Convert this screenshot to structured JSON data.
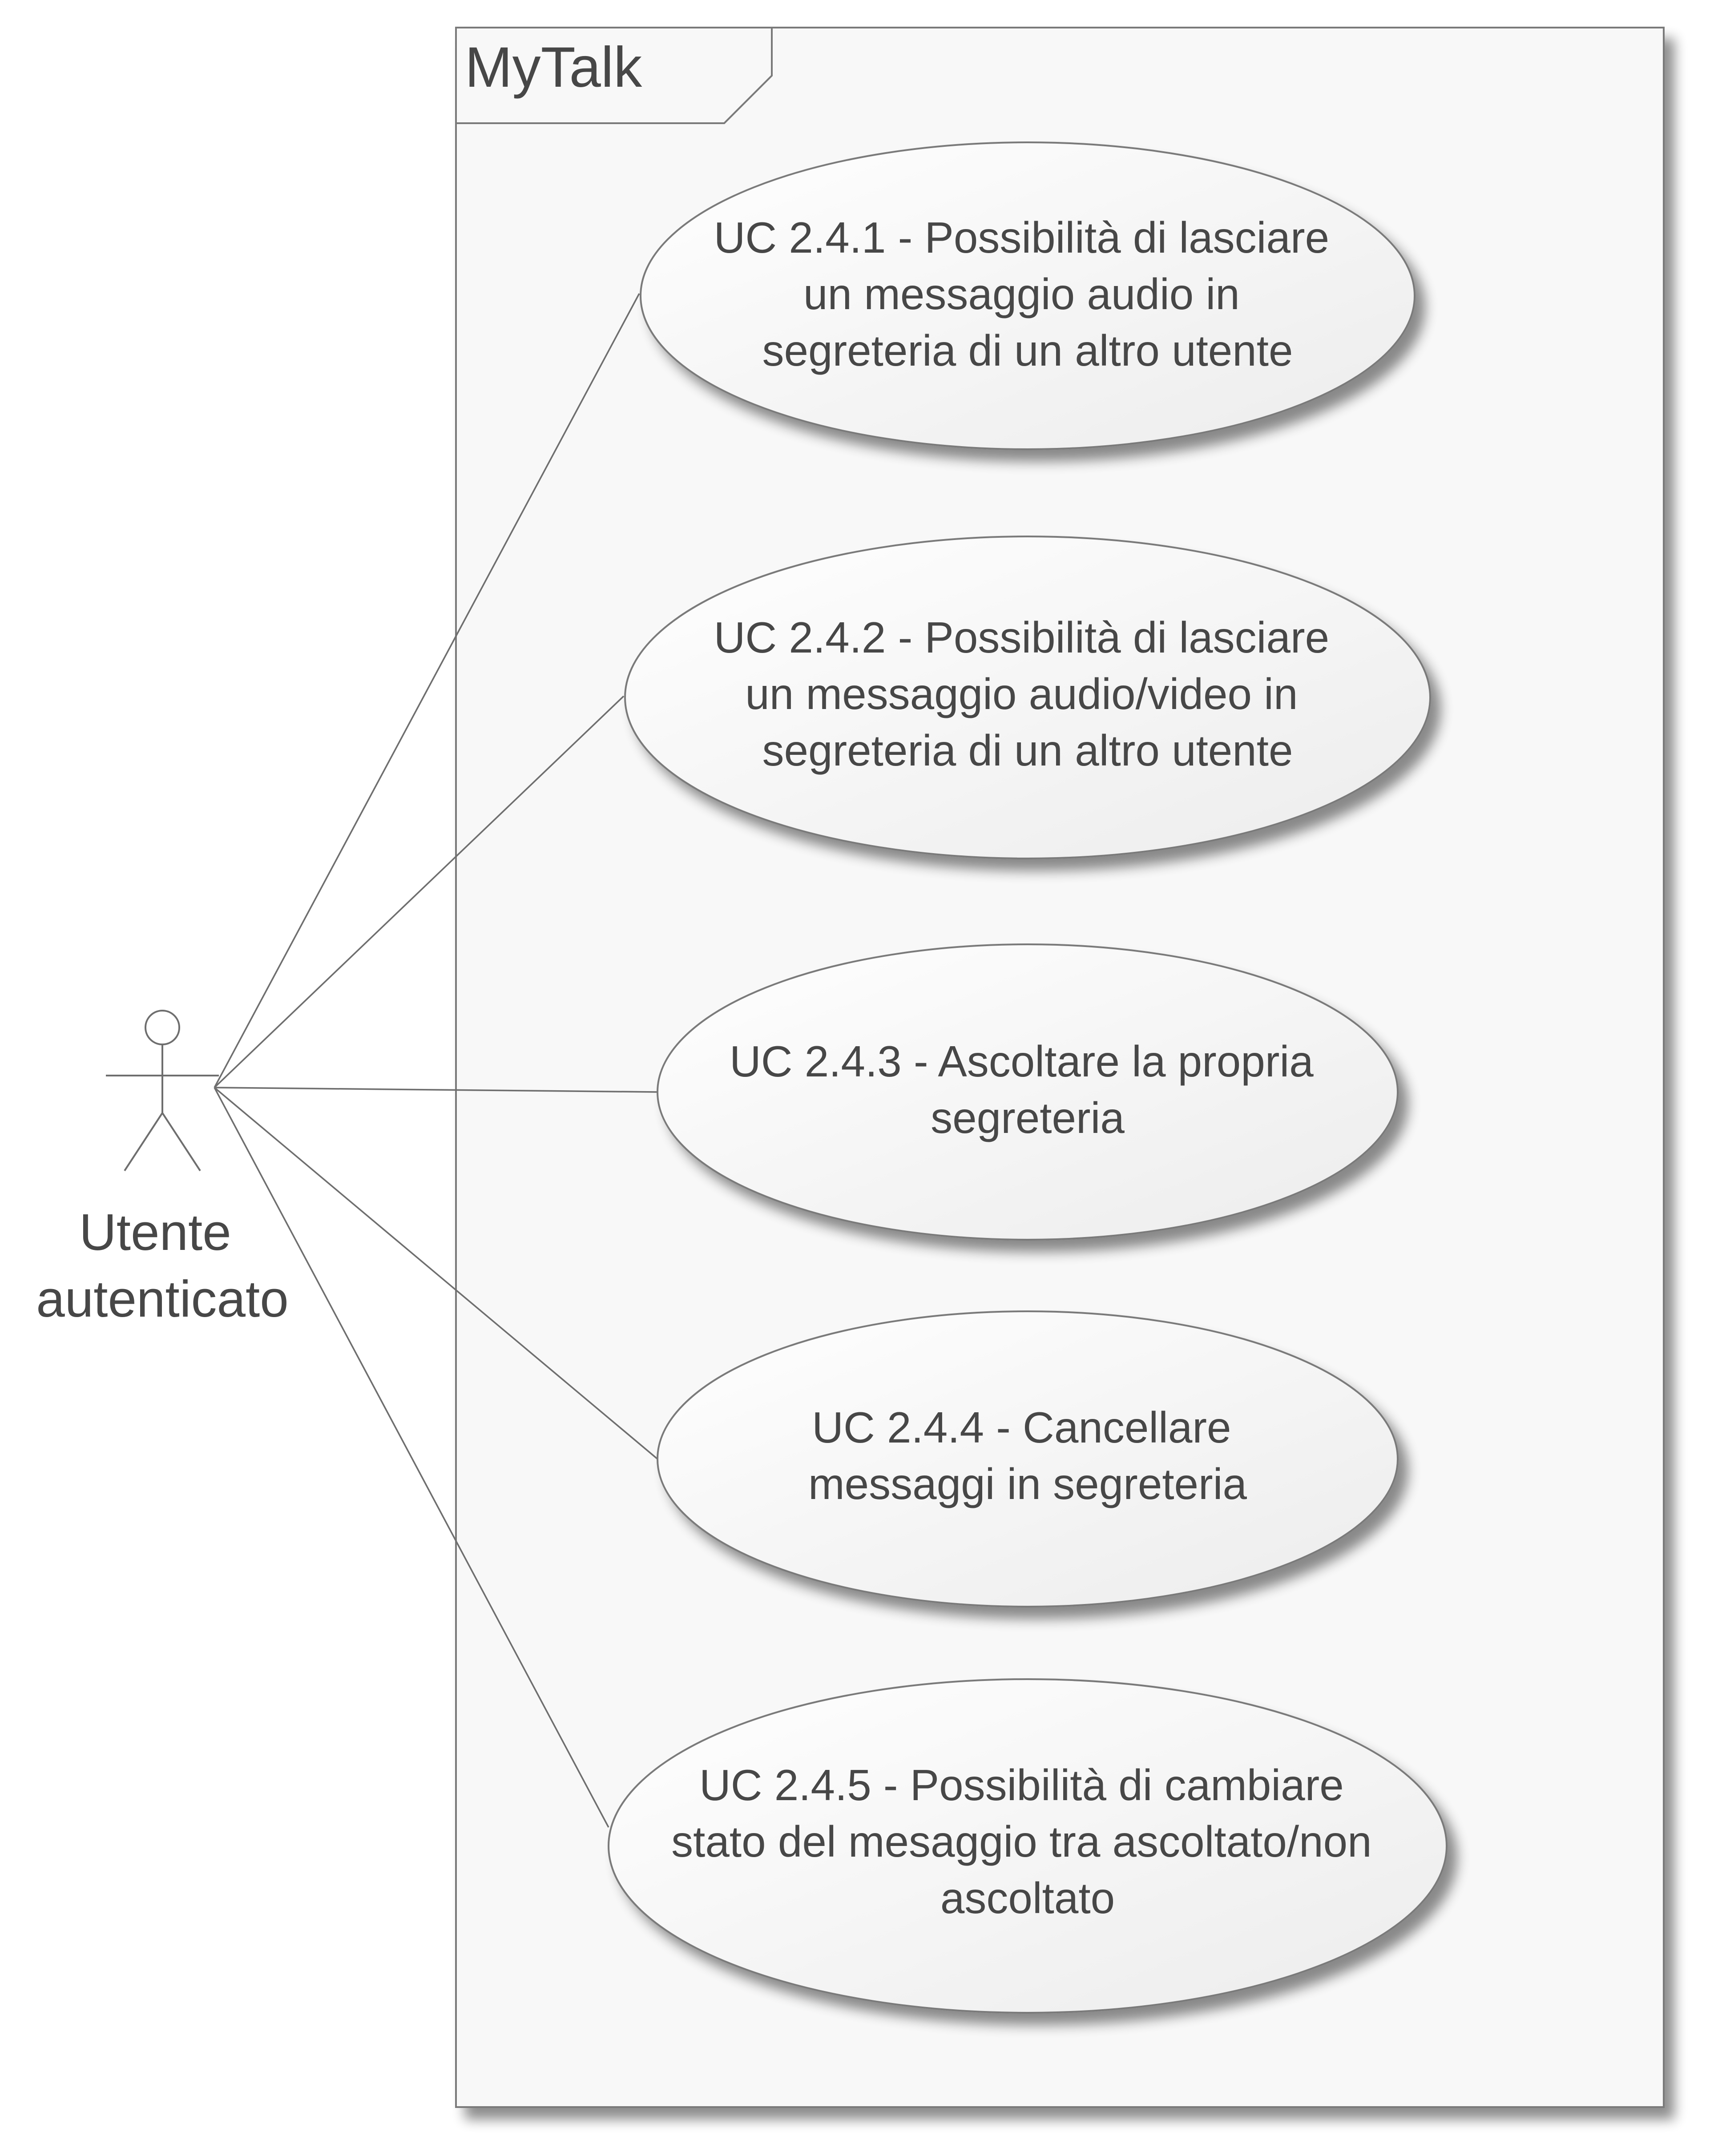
{
  "system": {
    "name": "MyTalk"
  },
  "actor": {
    "name_lines": [
      "Utente",
      "autenticato"
    ]
  },
  "use_cases": [
    {
      "lines": [
        "UC 2.4.1 - Possibilità di lasciare",
        "un messaggio audio in",
        "segreteria di un altro utente"
      ]
    },
    {
      "lines": [
        "UC 2.4.2 - Possibilità di lasciare",
        "un messaggio audio/video in",
        "segreteria di un altro utente"
      ]
    },
    {
      "lines": [
        "UC 2.4.3 - Ascoltare la propria",
        "segreteria"
      ]
    },
    {
      "lines": [
        "UC 2.4.4 - Cancellare",
        "messaggi in segreteria"
      ]
    },
    {
      "lines": [
        "UC 2.4.5 - Possibilità di cambiare",
        "stato del mesaggio tra ascoltato/non",
        "ascoltato"
      ]
    }
  ]
}
